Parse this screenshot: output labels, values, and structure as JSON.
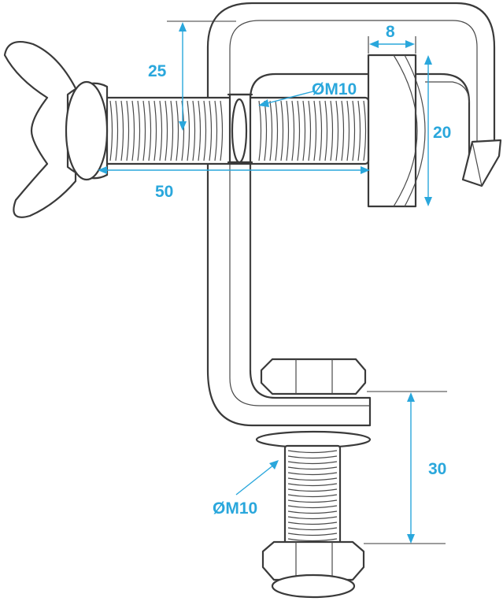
{
  "dimensions": {
    "height_top": "25",
    "width_pad": "8",
    "diameter_top": "ØM10",
    "height_pad": "20",
    "bolt_length": "50",
    "bolt_bottom": "30",
    "diameter_bottom": "ØM10"
  },
  "colors": {
    "dimension": "#2aa7dc",
    "outline": "#3a3a3a"
  }
}
